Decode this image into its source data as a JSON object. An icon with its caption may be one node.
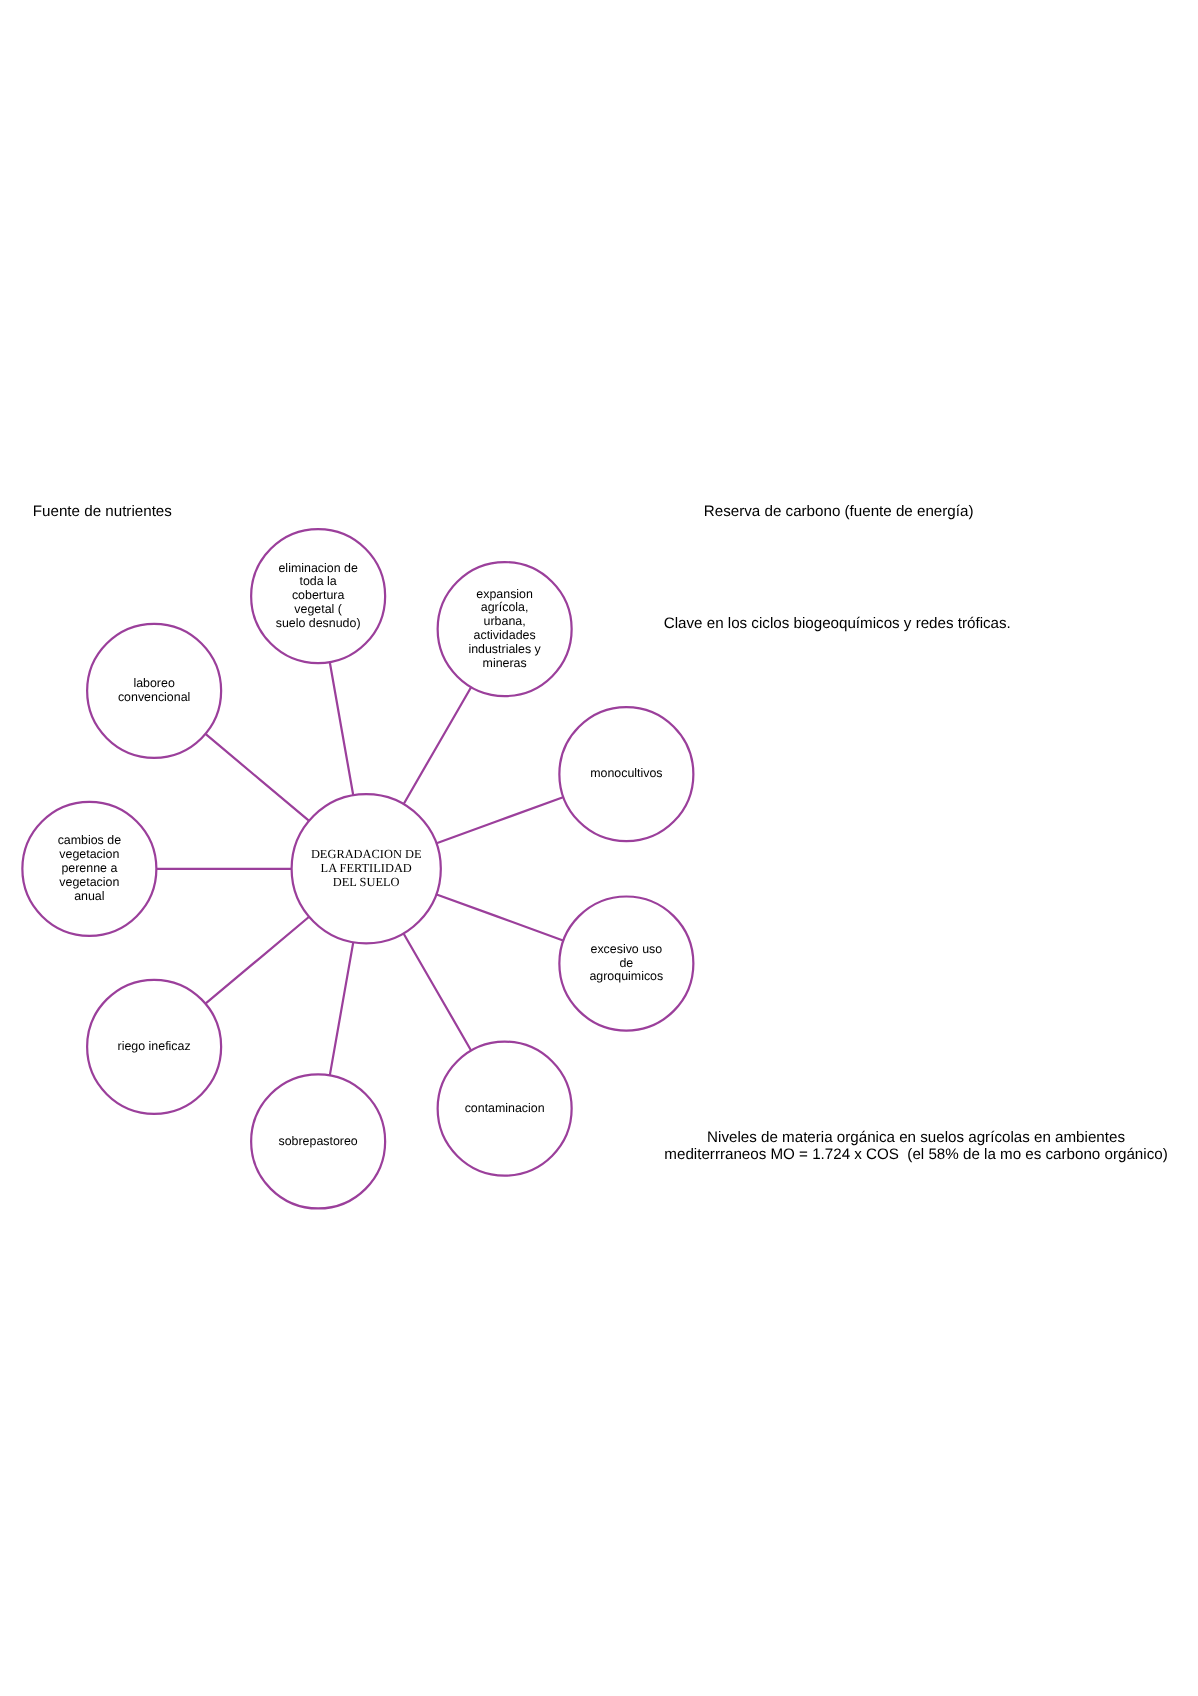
{
  "diagram": {
    "nodes": [
      {
        "text": [
          "DEGRADACION DE LA FERTILIDAD DEL SUELO"
        ]
      },
      {
        "text": [
          "monocultivos"
        ]
      },
      {
        "text": [
          "expansion agrícola, urbana, actividades industriales y mineras"
        ]
      },
      {
        "text": [
          "eliminacion de toda la cobertura vegetal ( suelo desnudo)"
        ]
      },
      {
        "text": [
          "laboreo convencional"
        ]
      },
      {
        "text": [
          "cambios de vegetacion perenne a vegetacion anual"
        ]
      },
      {
        "text": [
          "riego ineficaz"
        ]
      },
      {
        "text": [
          "sobrepastoreo"
        ]
      },
      {
        "text": [
          "contaminacion"
        ]
      },
      {
        "text": [
          "excesivo uso de agroquimicos"
        ]
      }
    ],
    "edges": [
      {
        "from": 0,
        "to": 1,
        "arrow": "none"
      },
      {
        "from": 0,
        "to": 2,
        "arrow": "none"
      },
      {
        "from": 0,
        "to": 3,
        "arrow": "none"
      },
      {
        "from": 0,
        "to": 4,
        "arrow": "none"
      },
      {
        "from": 0,
        "to": 5,
        "arrow": "none"
      },
      {
        "from": 0,
        "to": 6,
        "arrow": "none"
      },
      {
        "from": 0,
        "to": 7,
        "arrow": "none"
      },
      {
        "from": 0,
        "to": 8,
        "arrow": "none"
      },
      {
        "from": 0,
        "to": 9,
        "arrow": "none"
      }
    ],
    "labels": [
      "Fuente de nutrientes",
      "Reserva de carbono (fuente de energía)",
      "Clave en los ciclos biogeoquímicos y redes tróficas.",
      "Niveles de materia orgánica en suelos agrícolas en ambientes mediterrraneos MO = 1.724 x COS  (el 58% de la mo es carbono orgánico)"
    ]
  }
}
